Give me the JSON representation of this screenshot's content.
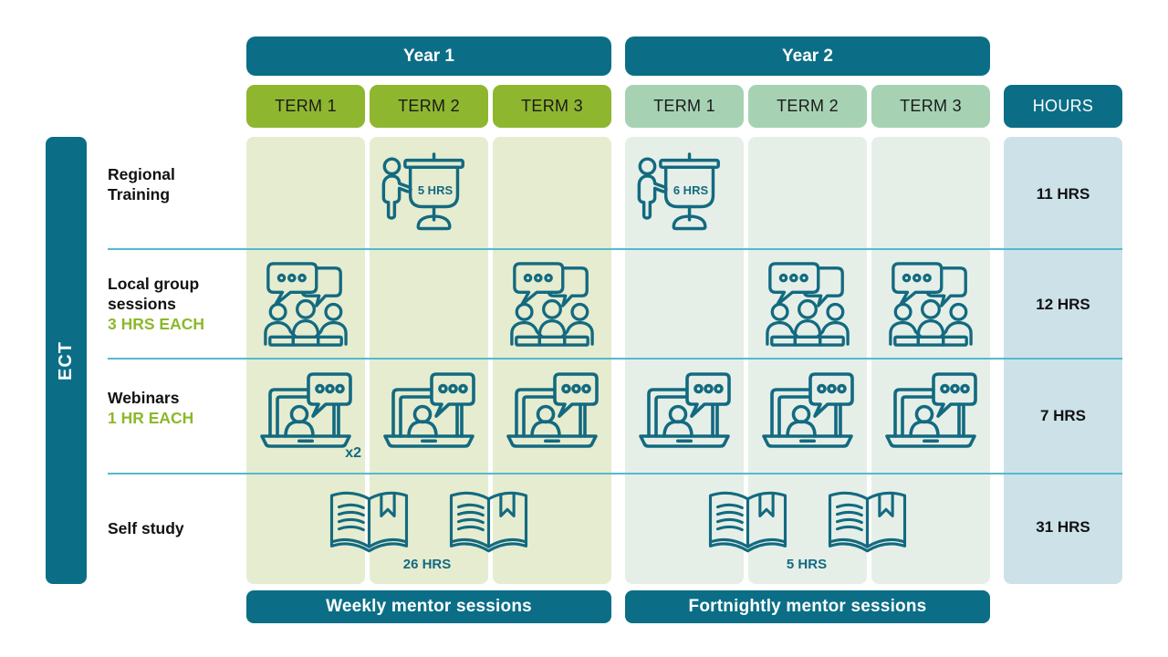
{
  "colors": {
    "teal": "#0B6E86",
    "year1_green": "#8FB62F",
    "year2_mint": "#A6D2B3",
    "year1_cell_bg": "#E6ECD0",
    "year2_cell_bg": "#E5EFE8",
    "hours_cell_bg": "#CDE1E8",
    "divider_cyan": "#55B9CF",
    "icon_stroke": "#136A80",
    "green_text": "#8CB82B"
  },
  "header": {
    "year1_label": "Year 1",
    "year2_label": "Year 2",
    "hours_label": "HOURS",
    "year1_terms": [
      "TERM 1",
      "TERM 2",
      "TERM 3"
    ],
    "year2_terms": [
      "TERM 1",
      "TERM 2",
      "TERM 3"
    ]
  },
  "sidebar": {
    "label": "ECT"
  },
  "rows": [
    {
      "label": "Regional Training",
      "sublabel": "",
      "hours": "11 HRS",
      "cells": [
        {
          "term": "Year 1 Term 2",
          "icon": "presentation-flipchart-icon",
          "badge": "5 HRS"
        },
        {
          "term": "Year 2 Term 1",
          "icon": "presentation-flipchart-icon",
          "badge": "6 HRS"
        }
      ]
    },
    {
      "label": "Local group sessions",
      "sublabel": "3 HRS EACH",
      "hours": "12 HRS",
      "cells": [
        {
          "term": "Year 1 Term 1",
          "icon": "group-discussion-icon"
        },
        {
          "term": "Year 1 Term 3",
          "icon": "group-discussion-icon"
        },
        {
          "term": "Year 2 Term 2",
          "icon": "group-discussion-icon"
        },
        {
          "term": "Year 2 Term 3",
          "icon": "group-discussion-icon"
        }
      ]
    },
    {
      "label": "Webinars",
      "sublabel": "1 HR EACH",
      "hours": "7 HRS",
      "cells": [
        {
          "term": "Year 1 Term 1",
          "icon": "webinar-laptop-icon",
          "badge": "x2"
        },
        {
          "term": "Year 1 Term 2",
          "icon": "webinar-laptop-icon"
        },
        {
          "term": "Year 1 Term 3",
          "icon": "webinar-laptop-icon"
        },
        {
          "term": "Year 2 Term 1",
          "icon": "webinar-laptop-icon"
        },
        {
          "term": "Year 2 Term 2",
          "icon": "webinar-laptop-icon"
        },
        {
          "term": "Year 2 Term 3",
          "icon": "webinar-laptop-icon"
        }
      ]
    },
    {
      "label": "Self study",
      "sublabel": "",
      "hours": "31 HRS",
      "year1": {
        "icon": "open-book-icon",
        "icon_count": 2,
        "badge": "26 HRS"
      },
      "year2": {
        "icon": "open-book-icon",
        "icon_count": 2,
        "badge": "5 HRS"
      }
    }
  ],
  "footer": {
    "year1_label": "Weekly mentor sessions",
    "year2_label": "Fortnightly mentor sessions"
  }
}
